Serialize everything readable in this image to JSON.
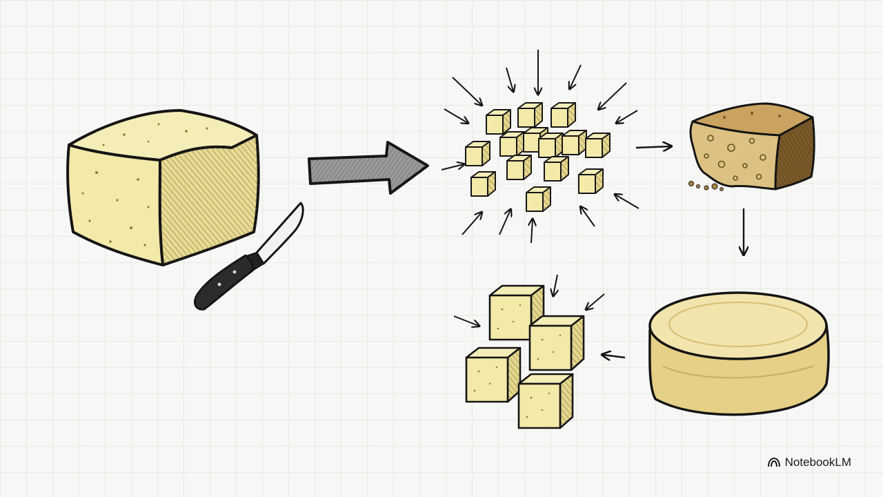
{
  "watermark": {
    "brand": "NotebookLM",
    "icon": "notebooklm-logo-icon"
  },
  "colors": {
    "paper": "#f7f7f5",
    "grid": "#e7e7e3",
    "ink": "#141414",
    "cheese_fill": "#f3e9a9",
    "cheese_shade": "#e4d68c",
    "aged_crust": "#b8935a",
    "aged_interior": "#dcc182",
    "wheel_fill": "#efdd9d"
  },
  "diagram": {
    "stages": [
      {
        "id": "block",
        "icon": "cheese-block-icon"
      },
      {
        "id": "scattered-cubes",
        "icon": "scattered-cubes-icon"
      },
      {
        "id": "aged-wedge",
        "icon": "aged-cheese-wedge-icon"
      },
      {
        "id": "wheel",
        "icon": "cheese-wheel-icon"
      },
      {
        "id": "stacked-cubes",
        "icon": "stacked-cubes-icon"
      }
    ],
    "flow": [
      "block",
      "scattered-cubes",
      "aged-wedge",
      "wheel",
      "stacked-cubes"
    ],
    "tools": [
      {
        "id": "knife",
        "icon": "knife-icon"
      }
    ]
  }
}
